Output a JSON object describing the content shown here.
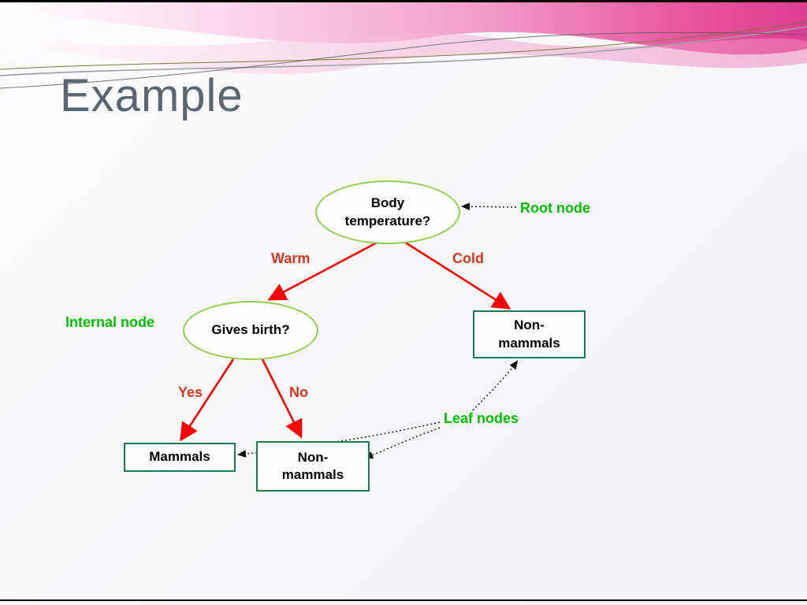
{
  "slide": {
    "title": "Example"
  },
  "colors": {
    "title": "#5b6670",
    "edge": "#fe0000",
    "edge_label": "#d9341c",
    "annotation": "#00bf00",
    "ellipse_border": "#8fce4a",
    "rect_border": "#1c7a52",
    "node_text": "#000000",
    "pink_wave": "#e8559f"
  },
  "diagram": {
    "nodes": {
      "root": {
        "text": "Body temperature?",
        "shape": "ellipse"
      },
      "internal": {
        "text": "Gives birth?",
        "shape": "ellipse"
      },
      "right_leaf": {
        "text": "Non-mammals",
        "shape": "rect"
      },
      "mammals_leaf": {
        "text": "Mammals",
        "shape": "rect"
      },
      "bottom_leaf": {
        "text": "Non-mammals",
        "shape": "rect"
      }
    },
    "edge_labels": {
      "warm": "Warm",
      "cold": "Cold",
      "yes": "Yes",
      "no": "No"
    },
    "annotations": {
      "root": "Root node",
      "internal": "Internal node",
      "leaves": "Leaf nodes"
    }
  }
}
